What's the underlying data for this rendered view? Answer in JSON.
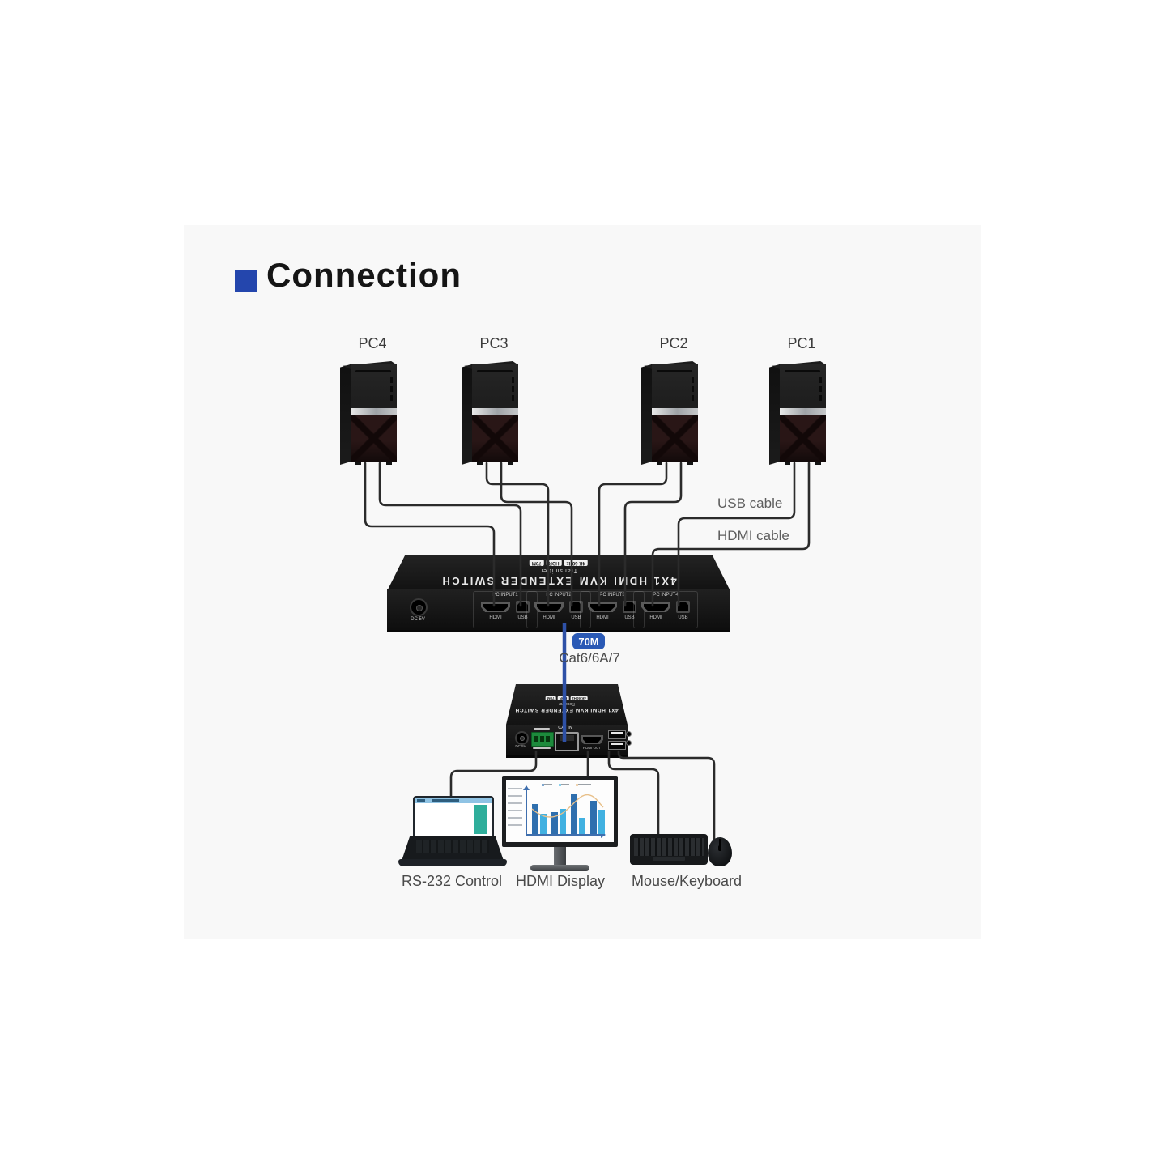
{
  "title": {
    "label": "Connection",
    "accent_color": "#2446ad"
  },
  "pcs": [
    {
      "label": "PC4"
    },
    {
      "label": "PC3"
    },
    {
      "label": "PC2"
    },
    {
      "label": "PC1"
    }
  ],
  "cable_labels": {
    "usb": "USB cable",
    "hdmi": "HDMI cable"
  },
  "transmitter": {
    "title": "4X1 HDMI KVM EXTENDER SWITCH",
    "role": "Transmitter",
    "badges": [
      "4K 60Hz",
      "HDR",
      "70M"
    ],
    "dc_label": "DC 5V",
    "port_groups": [
      {
        "label": "PC INPUT1",
        "hdmi": "HDMI",
        "usb": "USB"
      },
      {
        "label": "PC INPUT2",
        "hdmi": "HDMI",
        "usb": "USB"
      },
      {
        "label": "PC INPUT3",
        "hdmi": "HDMI",
        "usb": "USB"
      },
      {
        "label": "PC INPUT4",
        "hdmi": "HDMI",
        "usb": "USB"
      }
    ]
  },
  "link": {
    "distance_badge": "70M",
    "cable_type": "Cat6/6A/7",
    "badge_color": "#2a59b5",
    "cable_color": "#2e51a7"
  },
  "receiver": {
    "title": "4X1 HDMI KVM EXTENDER SWITCH",
    "role": "Receiver",
    "badges": [
      "4K 60Hz",
      "HDR",
      "70M"
    ],
    "dc_label": "DC 5V",
    "cat_label": "CAT IN",
    "hdmi_label": "HDMI OUT"
  },
  "devices": {
    "laptop_label": "RS-232 Control",
    "monitor_label": "HDMI Display",
    "peripherals_label": "Mouse/Keyboard"
  },
  "monitor_chart": {
    "type": "bar",
    "series": [
      {
        "name": "series-dark",
        "color": "#2f6fae",
        "values": [
          62,
          45,
          82,
          68
        ]
      },
      {
        "name": "series-light",
        "color": "#41b1e1",
        "values": [
          42,
          52,
          33,
          50
        ]
      }
    ],
    "legend_dot_colors": [
      "#2f6fae",
      "#41b1e1",
      "#e8b97e"
    ]
  }
}
